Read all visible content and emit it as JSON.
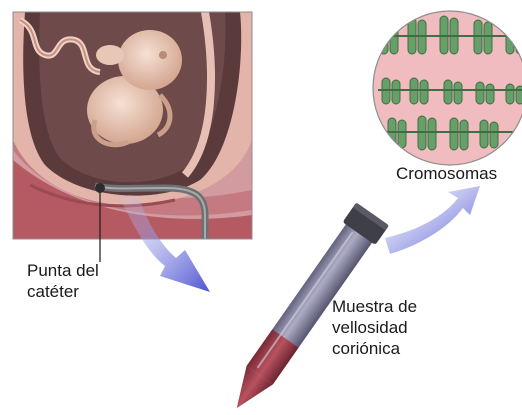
{
  "labels": {
    "catheter_tip": [
      "Punta del",
      "catéter"
    ],
    "sample": [
      "Muestra de",
      "vellosidad",
      "coriónica"
    ],
    "chromosomes": "Cromosomas"
  },
  "colors": {
    "tissue": "#d39a9d",
    "uterus_wall": "#b5666c",
    "amniotic_cavity": "#5a3b3d",
    "fetus": "#e9c9b8",
    "chromosome": "#66a068",
    "chromosome_bg": "#f1bcbf",
    "arrow": "#5d63d6",
    "tube_glass": "#7c7a9a",
    "tube_cap": "#4a4a55",
    "sample_fluid": "#9a3e4a",
    "catheter": "#6f7073"
  },
  "icons": [
    "catheter-tip-icon",
    "blue-arrow-icon",
    "test-tube-icon",
    "chromosome-magnifier-icon"
  ]
}
